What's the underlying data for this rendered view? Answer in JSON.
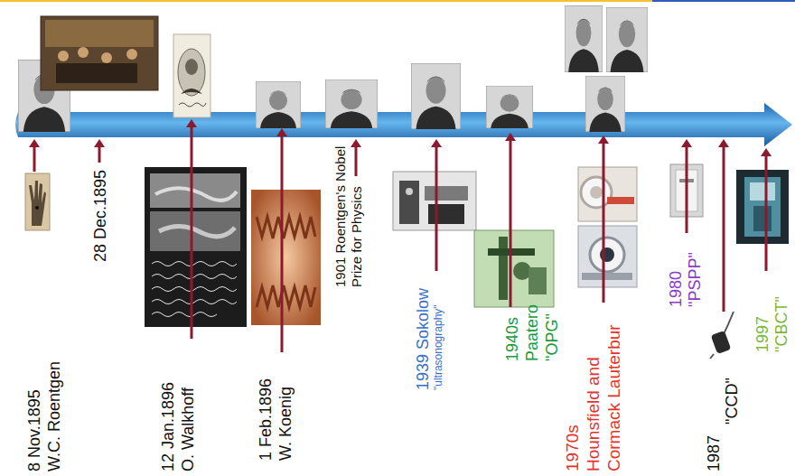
{
  "diagram": {
    "labels": [
      "8 Nov.1895",
      "W.C. Roentgen",
      "28 Dec.1895",
      "12 Jan.1896",
      "O. Walkhoff",
      "1 Feb.1896",
      "W. Koenig",
      "1901 Roentgen's Nobel",
      "Prize for Physics",
      "1939 Sokolow",
      "\"ultrasonography\"",
      "1940s",
      "Paatero",
      "\"OPG\"",
      "1970s",
      "Hounsfield and",
      "Cormack Lauterbur",
      "1980",
      "\"PSPP\"",
      "1987",
      "\"CCD\"",
      "1997",
      "\"CBCT\""
    ]
  }
}
